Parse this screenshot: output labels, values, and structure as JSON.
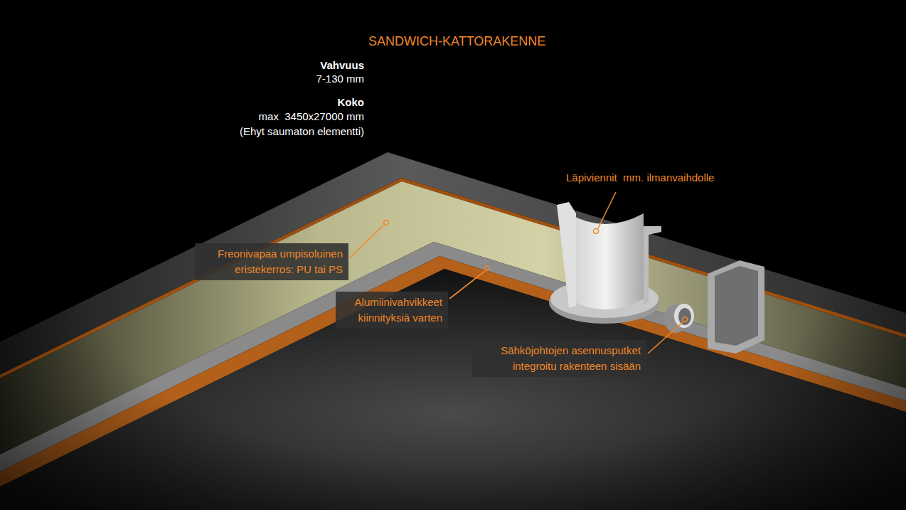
{
  "diagram": {
    "title": "SANDWICH-KATTORAKENNE",
    "nodes": [
      {
        "text": [
          "Freonivapaa umpisoluinen eristekerros: PU tai PS"
        ]
      },
      {
        "text": [
          "Alumiinivahvikkeet kiinnityksiä varten"
        ]
      },
      {
        "text": [
          "Sähköjohtojen asennusputket integroitu rakenteen sisään"
        ]
      }
    ],
    "labels": [
      "Vahvuus",
      "7-130 mm",
      "Koko",
      "max  3450x27000 mm",
      "(Ehyt saumaton elementti)",
      "Läpiviennit  mm. ilmanvaihdolle"
    ]
  }
}
